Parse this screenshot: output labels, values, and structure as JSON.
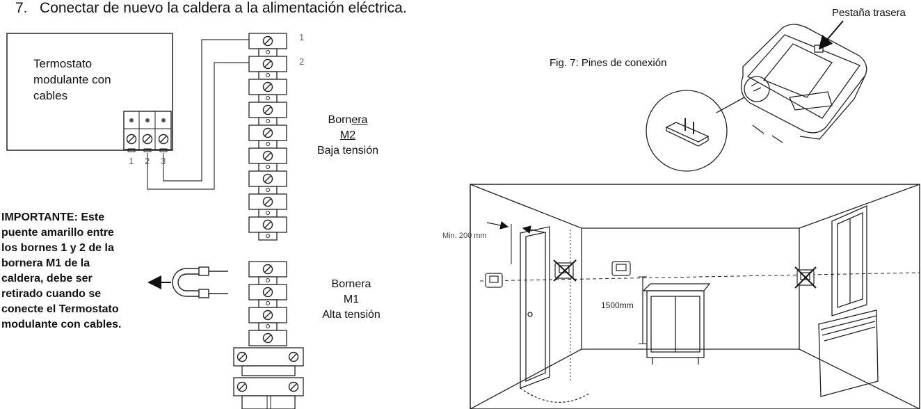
{
  "step": {
    "number": "7.",
    "text": "Conectar de nuevo la caldera a la alimentación eléctrica."
  },
  "thermostat": {
    "line1": "Termostato",
    "line2": "modulante  con",
    "line3": "cables",
    "terminal_numbers": [
      "1",
      "2",
      "3"
    ]
  },
  "terminal_strip_numbers": [
    "1",
    "2"
  ],
  "bornera_m2": {
    "prefix": "Born",
    "suffix": "era",
    "name": "M2",
    "voltage": "Baja tensión"
  },
  "bornera_m1": {
    "title": "Bornera",
    "name": "M1",
    "voltage": "Alta tensión"
  },
  "important_note": [
    "IMPORTANTE: Este",
    "puente amarillo entre",
    "los bornes 1 y 2 de la",
    "bornera M1 de la",
    "caldera, debe ser",
    "retirado cuando se",
    "conecte el Termostato",
    "modulante con cables."
  ],
  "fig_caption": "Fig. 7: Pines de conexión",
  "rear_tab_label": "Pestaña trasera",
  "room": {
    "min_distance": "Min. 200 mm",
    "height": "1500mm"
  }
}
